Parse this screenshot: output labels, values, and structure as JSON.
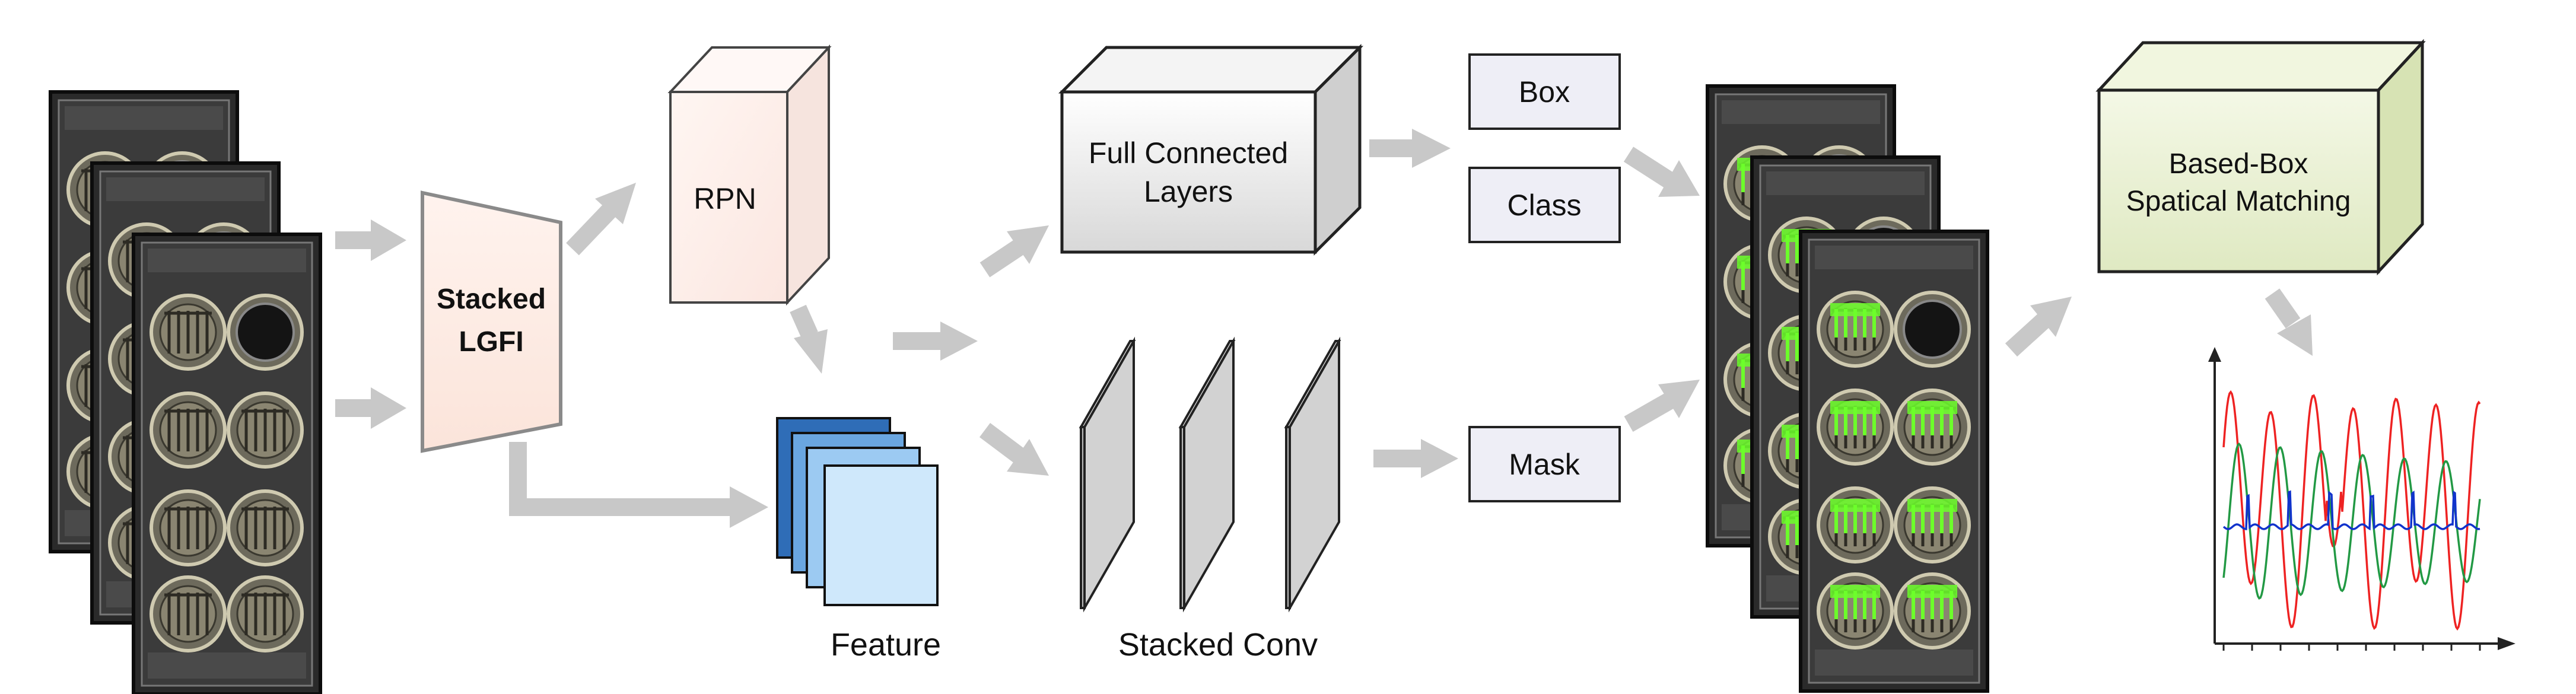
{
  "diagram": {
    "stacked_lgfi": {
      "line1": "Stacked",
      "line2": "LGFI"
    },
    "rpn": {
      "label": "RPN"
    },
    "fc_layers": {
      "line1": "Full Connected",
      "line2": "Layers"
    },
    "feature": {
      "label": "Feature"
    },
    "stacked_conv": {
      "label": "Stacked Conv"
    },
    "box": {
      "label": "Box"
    },
    "class": {
      "label": "Class"
    },
    "mask": {
      "label": "Mask"
    },
    "matching": {
      "line1": "Based-Box",
      "line2": "Spatical Matching"
    }
  },
  "colors": {
    "arrow": "#c8c8c8",
    "lgfi_fill": "#fdeee8",
    "rpn_fill": "#fdeeea",
    "fc_fill": "#f0f0f0",
    "conv_fill": "#d0d0d0",
    "head_fill": "#eeeef6",
    "matching_fill": "#e8f0d0",
    "feature_dark": "#2f6db7",
    "feature_mid": "#6aa6e0",
    "feature_light": "#9ccaf2",
    "feature_front": "#cfe8fb",
    "signal_red": "#ee2222",
    "signal_green": "#229944",
    "signal_blue": "#1133cc"
  },
  "icons": [
    "well-plate-image",
    "well-plate-detection-image",
    "waveform-plot-icon"
  ]
}
